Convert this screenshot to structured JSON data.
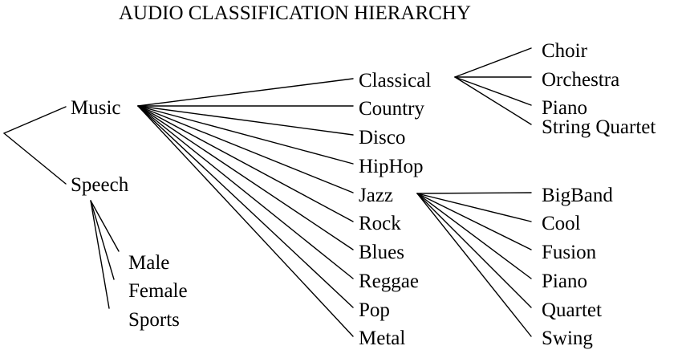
{
  "title": "AUDIO CLASSIFICATION HIERARCHY",
  "nodes": {
    "music": "Music",
    "speech": "Speech",
    "male": "Male",
    "female": "Female",
    "sports": "Sports",
    "classical": "Classical",
    "country": "Country",
    "disco": "Disco",
    "hiphop": "HipHop",
    "jazz": "Jazz",
    "rock": "Rock",
    "blues": "Blues",
    "reggae": "Reggae",
    "pop": "Pop",
    "metal": "Metal",
    "choir": "Choir",
    "orchestra": "Orchestra",
    "classical_piano": "Piano",
    "string_quartet": "String Quartet",
    "bigband": "BigBand",
    "cool": "Cool",
    "fusion": "Fusion",
    "jazz_piano": "Piano",
    "quartet": "Quartet",
    "swing": "Swing"
  },
  "edges": [
    [
      "root",
      "music"
    ],
    [
      "root",
      "speech"
    ],
    [
      "speech",
      "male"
    ],
    [
      "speech",
      "female"
    ],
    [
      "speech",
      "sports"
    ],
    [
      "music",
      "classical"
    ],
    [
      "music",
      "country"
    ],
    [
      "music",
      "disco"
    ],
    [
      "music",
      "hiphop"
    ],
    [
      "music",
      "jazz"
    ],
    [
      "music",
      "rock"
    ],
    [
      "music",
      "blues"
    ],
    [
      "music",
      "reggae"
    ],
    [
      "music",
      "pop"
    ],
    [
      "music",
      "metal"
    ],
    [
      "classical",
      "choir"
    ],
    [
      "classical",
      "orchestra"
    ],
    [
      "classical",
      "classical_piano"
    ],
    [
      "classical",
      "string_quartet"
    ],
    [
      "jazz",
      "bigband"
    ],
    [
      "jazz",
      "cool"
    ],
    [
      "jazz",
      "fusion"
    ],
    [
      "jazz",
      "jazz_piano"
    ],
    [
      "jazz",
      "quartet"
    ],
    [
      "jazz",
      "swing"
    ]
  ]
}
